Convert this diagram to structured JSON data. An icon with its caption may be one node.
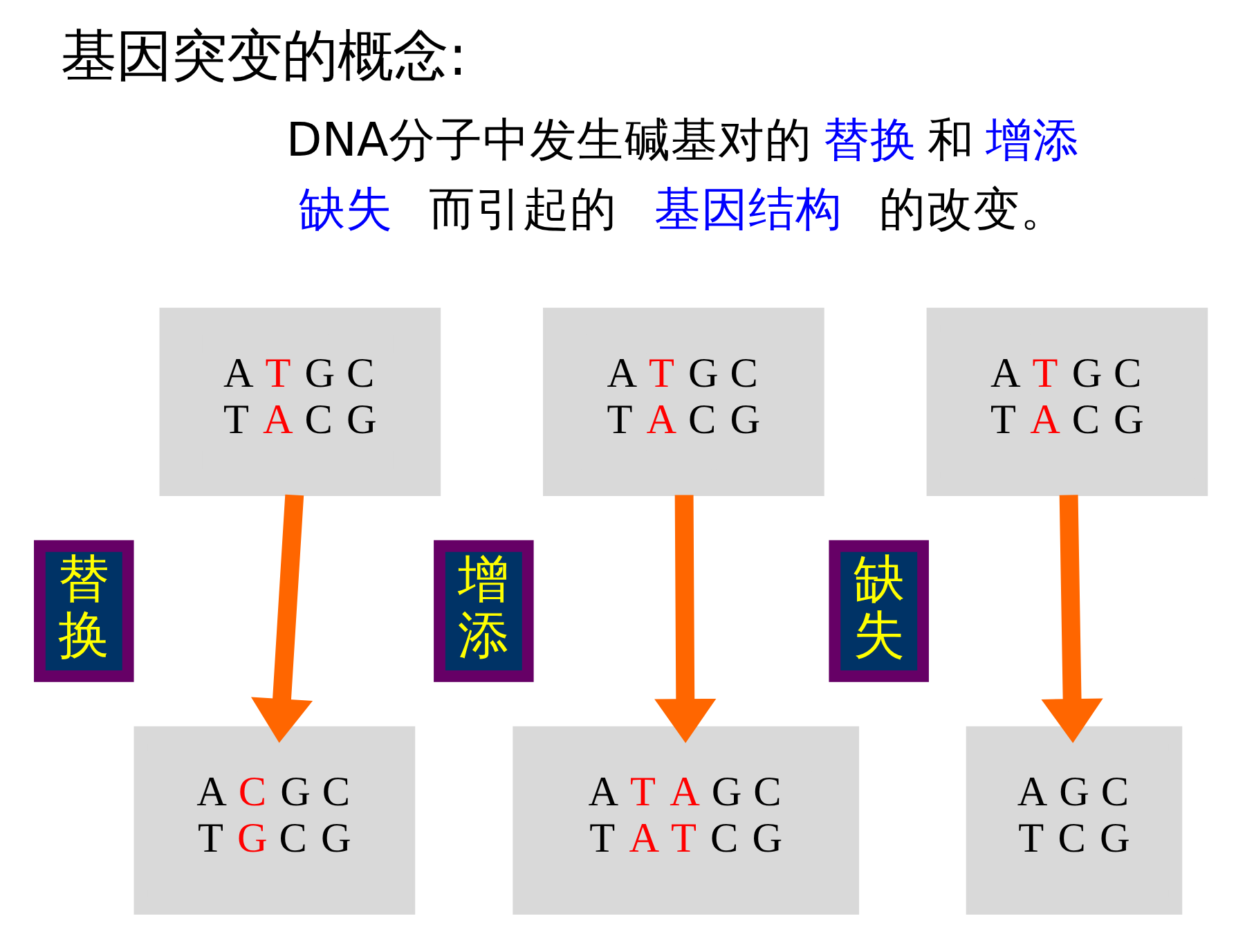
{
  "diagram": {
    "title": "基因突变的概念:",
    "nodes": [
      {
        "text": [
          "A T G C",
          "T A C G"
        ]
      },
      {
        "text": [
          "A T G C",
          "T A C G"
        ]
      },
      {
        "text": [
          "A T G C",
          "T A C G"
        ]
      },
      {
        "text": [
          "替换"
        ]
      },
      {
        "text": [
          "增添"
        ]
      },
      {
        "text": [
          "缺失"
        ]
      },
      {
        "text": [
          "A C G C",
          "T G C G"
        ]
      },
      {
        "text": [
          "A T A G C",
          "T A T C G"
        ]
      },
      {
        "text": [
          "A G C",
          "T C G"
        ]
      }
    ],
    "edges": [
      {
        "from": 0,
        "to": 6,
        "arrow": "to"
      },
      {
        "from": 1,
        "to": 7,
        "arrow": "to"
      },
      {
        "from": 2,
        "to": 8,
        "arrow": "to"
      }
    ],
    "labels": [
      "DNA分子中发生碱基对的",
      "替换",
      "和",
      "增添",
      "缺失",
      "而引起的",
      "基因结构",
      "的改变。"
    ]
  }
}
